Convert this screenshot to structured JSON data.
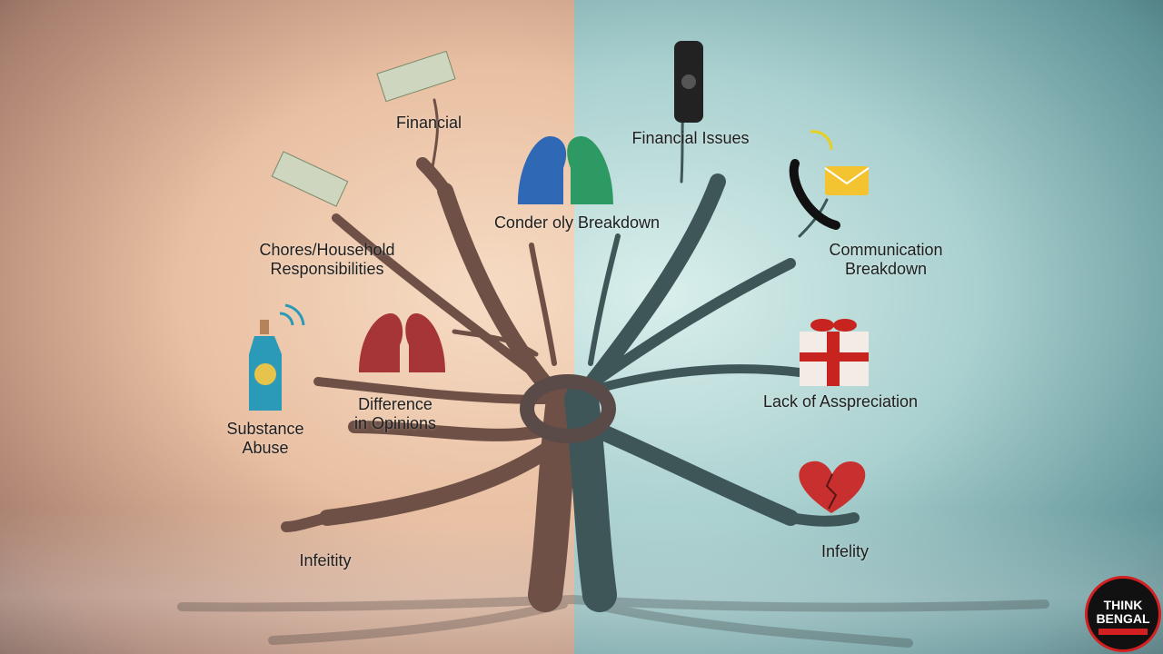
{
  "labels": {
    "financial_left": "Financial",
    "conder_breakdown": "Conder oly Breakdown",
    "financial_issues": "Financial Issues",
    "chores_line1": "Chores/Household",
    "chores_line2": "Responsibilities",
    "communication_line1": "Communication",
    "communication_line2": "Breakdown",
    "substance_line1": "Substance",
    "substance_line2": "Abuse",
    "difference_line1": "Difference",
    "difference_line2": "in Opinions",
    "lack_appreciation": "Lack of Asspreciation",
    "infidelity_left": "Infeitity",
    "infidelity_right": "Infelity"
  },
  "logo": {
    "line1": "THINK",
    "line2": "BENGAL"
  },
  "colors": {
    "left_bg": "#e9bfa2",
    "right_bg": "#a9d0cf",
    "left_tree": "#6e5046",
    "right_tree": "#3f5659",
    "logo_red": "#d21f1f"
  }
}
